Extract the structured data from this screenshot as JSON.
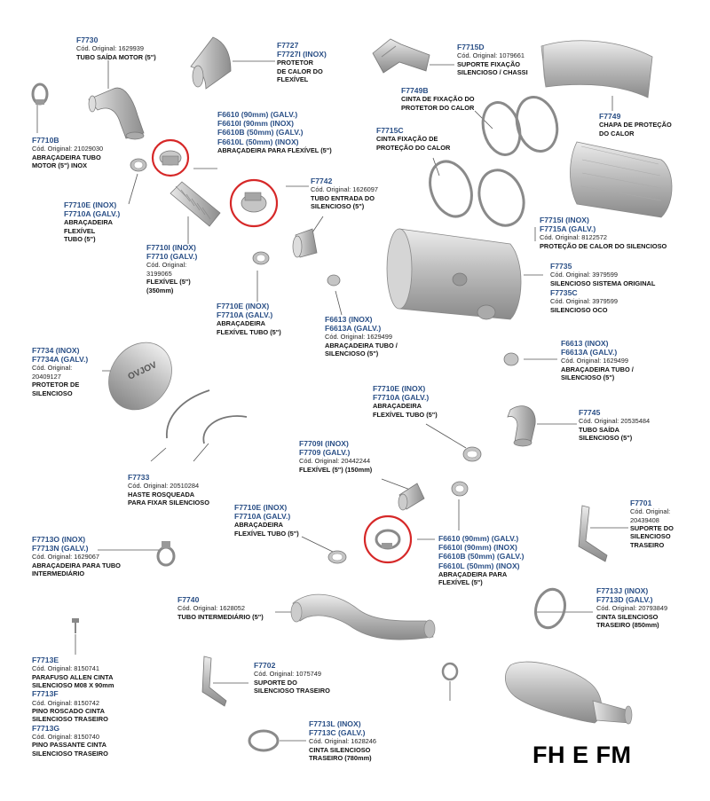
{
  "title": "FH E FM",
  "brand_mark": "OVJOV",
  "parts": [
    {
      "id": "f7730",
      "codes": [
        "F7730"
      ],
      "orig": "Cód. Original: 1629939",
      "desc": [
        "TUBO SAÍDA MOTOR (5\")"
      ]
    },
    {
      "id": "f7727",
      "codes": [
        "F7727",
        "F7727I (INOX)"
      ],
      "orig": "",
      "desc": [
        "PROTETOR",
        "DE CALOR DO",
        "FLEXÍVEL"
      ]
    },
    {
      "id": "f7715d",
      "codes": [
        "F7715D"
      ],
      "orig": "Cód. Original: 1079661",
      "desc": [
        "SUPORTE FIXAÇÃO",
        "SILENCIOSO / CHASSI"
      ]
    },
    {
      "id": "f7749b",
      "codes": [
        "F7749B"
      ],
      "orig": "",
      "desc": [
        "CINTA DE FIXAÇÃO DO",
        "PROTETOR DO CALOR"
      ]
    },
    {
      "id": "f7749",
      "codes": [
        "F7749"
      ],
      "orig": "",
      "desc": [
        "CHAPA DE PROTEÇÃO",
        "DO CALOR"
      ]
    },
    {
      "id": "f7710b",
      "codes": [
        "F7710B"
      ],
      "orig": "Cód. Original: 21029030",
      "desc": [
        "ABRAÇADEIRA TUBO",
        "MOTOR (5\") INOX"
      ]
    },
    {
      "id": "f6610a",
      "codes": [
        "F6610 (90mm) (GALV.)",
        "F6610I (90mm (INOX)",
        "F6610B (50mm) (GALV.)",
        "F6610L (50mm) (INOX)"
      ],
      "orig": "",
      "desc": [
        "ABRAÇADEIRA PARA FLEXÍVEL (5\")"
      ]
    },
    {
      "id": "f7715c",
      "codes": [
        "F7715C"
      ],
      "orig": "",
      "desc": [
        "CINTA FIXAÇÃO DE",
        "PROTEÇÃO DO CALOR"
      ]
    },
    {
      "id": "f7742",
      "codes": [
        "F7742"
      ],
      "orig": "Cód. Original: 1626097",
      "desc": [
        "TUBO ENTRADA DO",
        "SILENCIOSO (5\")"
      ]
    },
    {
      "id": "f7710e_a",
      "codes": [
        "F7710E (INOX)",
        "F7710A (GALV.)"
      ],
      "orig": "",
      "desc": [
        "ABRAÇADEIRA",
        "FLEXÍVEL",
        "TUBO (5\")"
      ]
    },
    {
      "id": "f7715i",
      "codes": [
        "F7715I (INOX)",
        "F7715A (GALV.)"
      ],
      "orig": "Cód. Original: 8122572",
      "desc": [
        "PROTEÇÃO DE CALOR DO SILENCIOSO"
      ]
    },
    {
      "id": "f7710i",
      "codes": [
        "F7710I (INOX)",
        "F7710 (GALV.)"
      ],
      "orig": "Cód. Original:",
      "orig2": "3199065",
      "desc": [
        "FLEXÍVEL (5\")",
        "(350mm)"
      ]
    },
    {
      "id": "f7735",
      "codes": [
        "F7735"
      ],
      "orig": "Cód. Original: 3979599",
      "desc": [
        "SILENCIOSO SISTEMA ORIGINAL"
      ]
    },
    {
      "id": "f7735c",
      "codes": [
        "F7735C"
      ],
      "orig": "Cód. Original: 3979599",
      "desc": [
        "SILENCIOSO OCO"
      ]
    },
    {
      "id": "f7710e_b",
      "codes": [
        "F7710E (INOX)",
        "F7710A (GALV.)"
      ],
      "orig": "",
      "desc": [
        "ABRAÇADEIRA",
        "FLEXÍVEL TUBO (5\")"
      ]
    },
    {
      "id": "f6613_a",
      "codes": [
        "F6613 (INOX)",
        "F6613A (GALV.)"
      ],
      "orig": "Cód. Original: 1629499",
      "desc": [
        "ABRAÇADEIRA TUBO /",
        "SILENCIOSO (5\")"
      ]
    },
    {
      "id": "f6613_b",
      "codes": [
        "F6613 (INOX)",
        "F6613A (GALV.)"
      ],
      "orig": "Cód. Original: 1629499",
      "desc": [
        "ABRAÇADEIRA TUBO /",
        "SILENCIOSO (5\")"
      ]
    },
    {
      "id": "f7734",
      "codes": [
        "F7734 (INOX)",
        "F7734A (GALV.)"
      ],
      "orig": "Cód. Original:",
      "orig2": "20409127",
      "desc": [
        "PROTETOR DE",
        "SILENCIOSO"
      ]
    },
    {
      "id": "f7710e_c",
      "codes": [
        "F7710E (INOX)",
        "F7710A (GALV.)"
      ],
      "orig": "",
      "desc": [
        "ABRAÇADEIRA",
        "FLEXÍVEL TUBO (5\")"
      ]
    },
    {
      "id": "f7745",
      "codes": [
        "F7745"
      ],
      "orig": "Cód. Original: 20535484",
      "desc": [
        "TUBO SAÍDA",
        "SILENCIOSO (5\")"
      ]
    },
    {
      "id": "f7709",
      "codes": [
        "F7709I (INOX)",
        "F7709 (GALV.)"
      ],
      "orig": "Cód. Original: 20442244",
      "desc": [
        "FLEXÍVEL (5\") (150mm)"
      ]
    },
    {
      "id": "f7733",
      "codes": [
        "F7733"
      ],
      "orig": "Cód. Original: 20510284",
      "desc": [
        "HASTE ROSQUEADA",
        "PARA FIXAR SILENCIOSO"
      ]
    },
    {
      "id": "f7701",
      "codes": [
        "F7701"
      ],
      "orig": "Cód. Original:",
      "orig2": "20439408",
      "desc": [
        "SUPORTE DO",
        "SILENCIOSO",
        "TRASEIRO"
      ]
    },
    {
      "id": "f7710e_d",
      "codes": [
        "F7710E (INOX)",
        "F7710A (GALV.)"
      ],
      "orig": "",
      "desc": [
        "ABRAÇADEIRA",
        "FLEXÍVEL TUBO (5\")"
      ]
    },
    {
      "id": "f7713o",
      "codes": [
        "F7713O (INOX)",
        "F7713N (GALV.)"
      ],
      "orig": "Cód. Original: 1629067",
      "desc": [
        "ABRAÇADEIRA PARA TUBO",
        "INTERMEDIÁRIO"
      ]
    },
    {
      "id": "f6610b",
      "codes": [
        "F6610 (90mm) (GALV.)",
        "F6610I (90mm) (INOX)",
        "F6610B (50mm) (GALV.)",
        "F6610L (50mm) (INOX)"
      ],
      "orig": "",
      "desc": [
        "ABRAÇADEIRA PARA",
        "FLEXÍVEL (5\")"
      ]
    },
    {
      "id": "f7713j",
      "codes": [
        "F7713J (INOX)",
        "F7713D (GALV.)"
      ],
      "orig": "Cód. Original: 20793849",
      "desc": [
        "CINTA SILENCIOSO",
        "TRASEIRO (850mm)"
      ]
    },
    {
      "id": "f7740",
      "codes": [
        "F7740"
      ],
      "orig": "Cód. Original: 1628052",
      "desc": [
        "TUBO INTERMEDIÁRIO (5\")"
      ]
    },
    {
      "id": "f7713e",
      "codes": [
        "F7713E"
      ],
      "orig": "Cód. Original: 8150741",
      "desc": [
        "PARAFUSO ALLEN CINTA",
        "SILENCIOSO M08 X 90mm"
      ]
    },
    {
      "id": "f7713f",
      "codes": [
        "F7713F"
      ],
      "orig": "Cód. Original: 8150742",
      "desc": [
        "PINO ROSCADO CINTA",
        "SILENCIOSO TRASEIRO"
      ]
    },
    {
      "id": "f7713g",
      "codes": [
        "F7713G"
      ],
      "orig": "Cód. Original: 8150740",
      "desc": [
        "PINO PASSANTE CINTA",
        "SILENCIOSO TRASEIRO"
      ]
    },
    {
      "id": "f7702",
      "codes": [
        "F7702"
      ],
      "orig": "Cód. Original: 1075749",
      "desc": [
        "SUPORTE DO",
        "SILENCIOSO TRASEIRO"
      ]
    },
    {
      "id": "f7713l",
      "codes": [
        "F7713L (INOX)",
        "F7713C (GALV.)"
      ],
      "orig": "Cód. Original: 1628246",
      "desc": [
        "CINTA SILENCIOSO",
        "TRASEIRO (780mm)"
      ]
    }
  ]
}
